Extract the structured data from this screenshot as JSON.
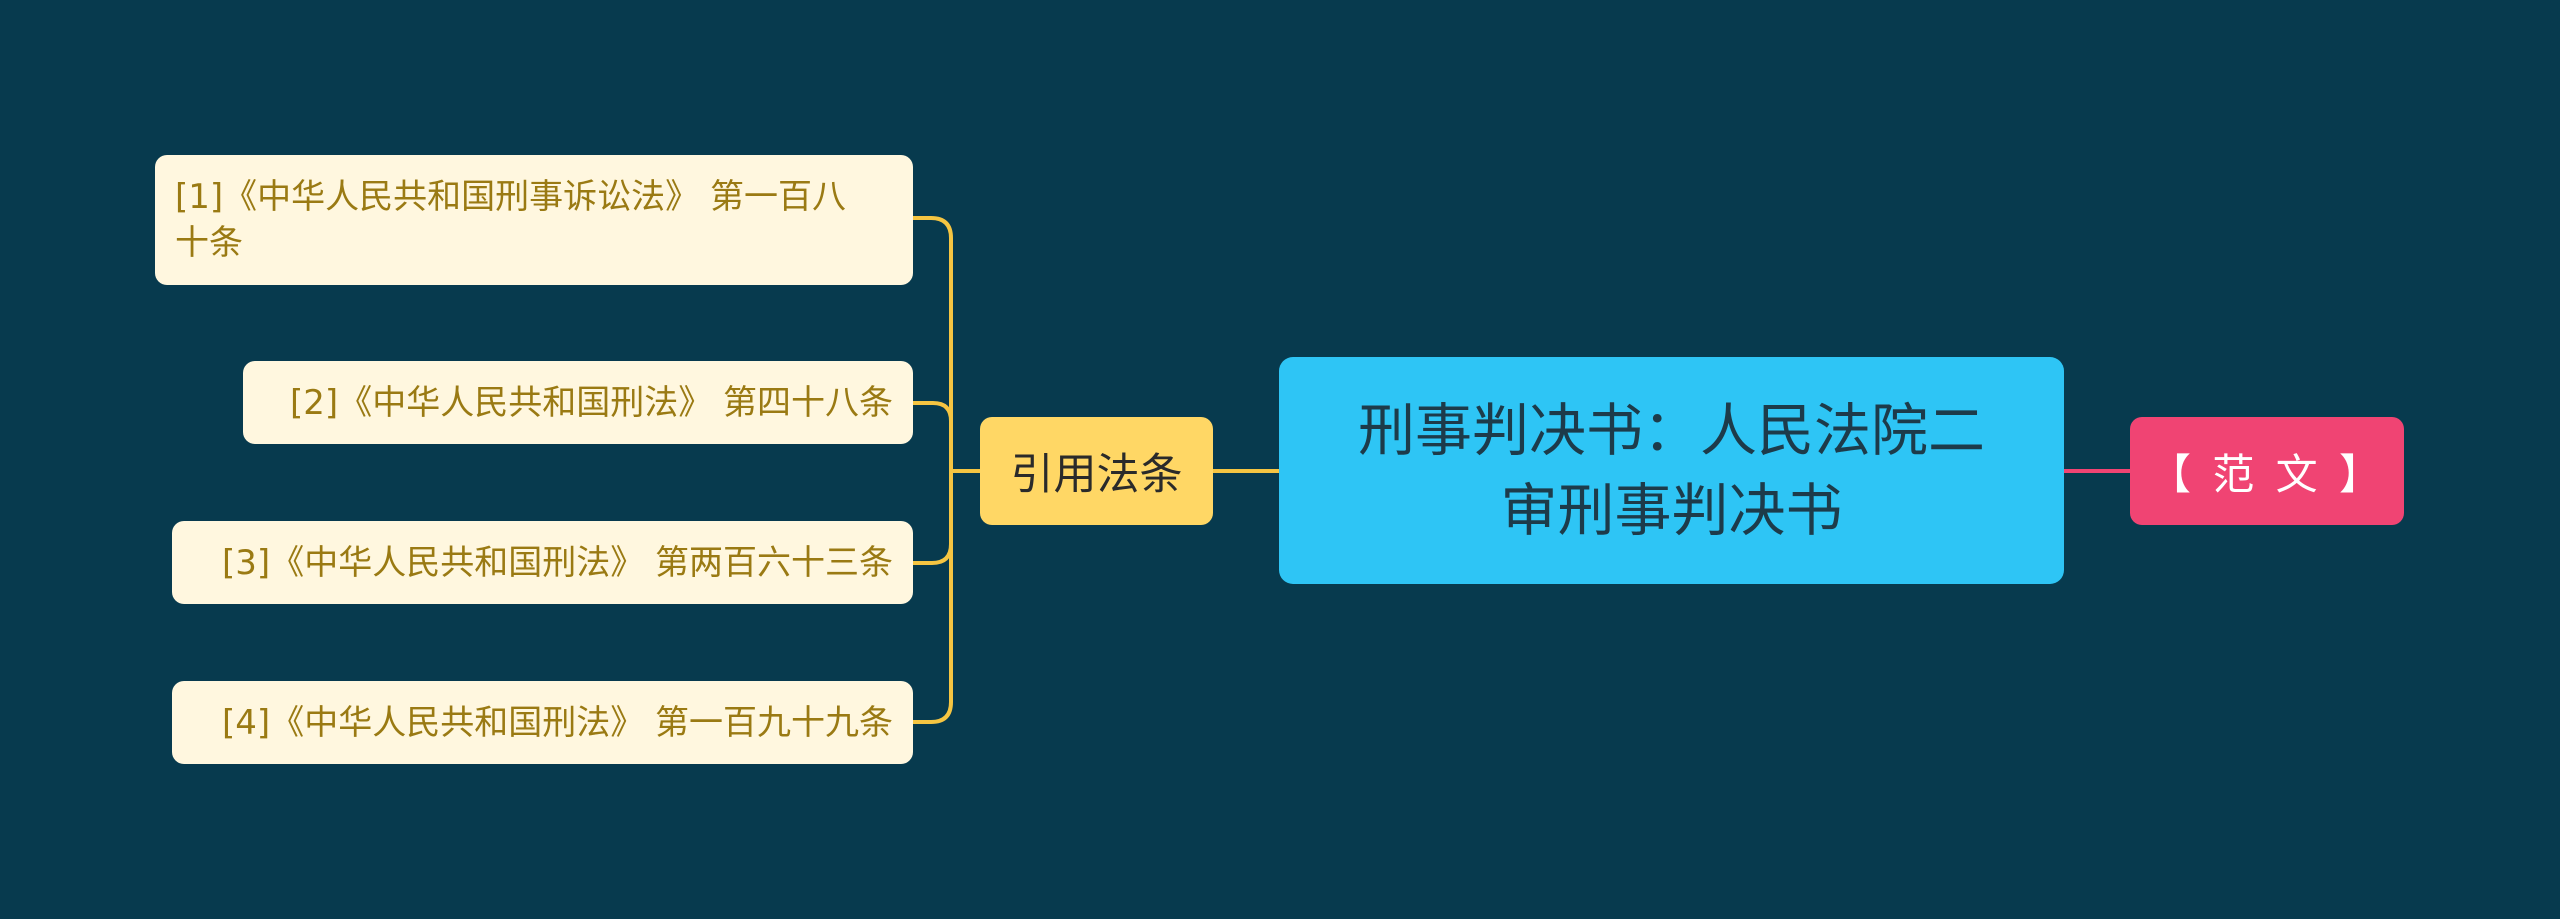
{
  "root": {
    "lines": [
      "刑事判决书：人民法院二",
      "审刑事判决书"
    ]
  },
  "branch": {
    "label": "引用法条"
  },
  "tag": {
    "label": "【 范 文 】"
  },
  "leaves": [
    {
      "line1": "[1]《中华人民共和国刑事诉讼法》 第一百八",
      "line2": "十条"
    },
    {
      "text": "[2]《中华人民共和国刑法》 第四十八条"
    },
    {
      "text": "[3]《中华人民共和国刑法》 第两百六十三条"
    },
    {
      "text": "[4]《中华人民共和国刑法》 第一百九十九条"
    }
  ],
  "colors": {
    "background": "#073a4e",
    "root": "#2ec5f5",
    "branch": "#ffd765",
    "tag": "#f04473",
    "leaf": "#fff7df",
    "leaf_text": "#9a7a13",
    "connector_yellow": "#f5c542",
    "connector_pink": "#f04473"
  }
}
